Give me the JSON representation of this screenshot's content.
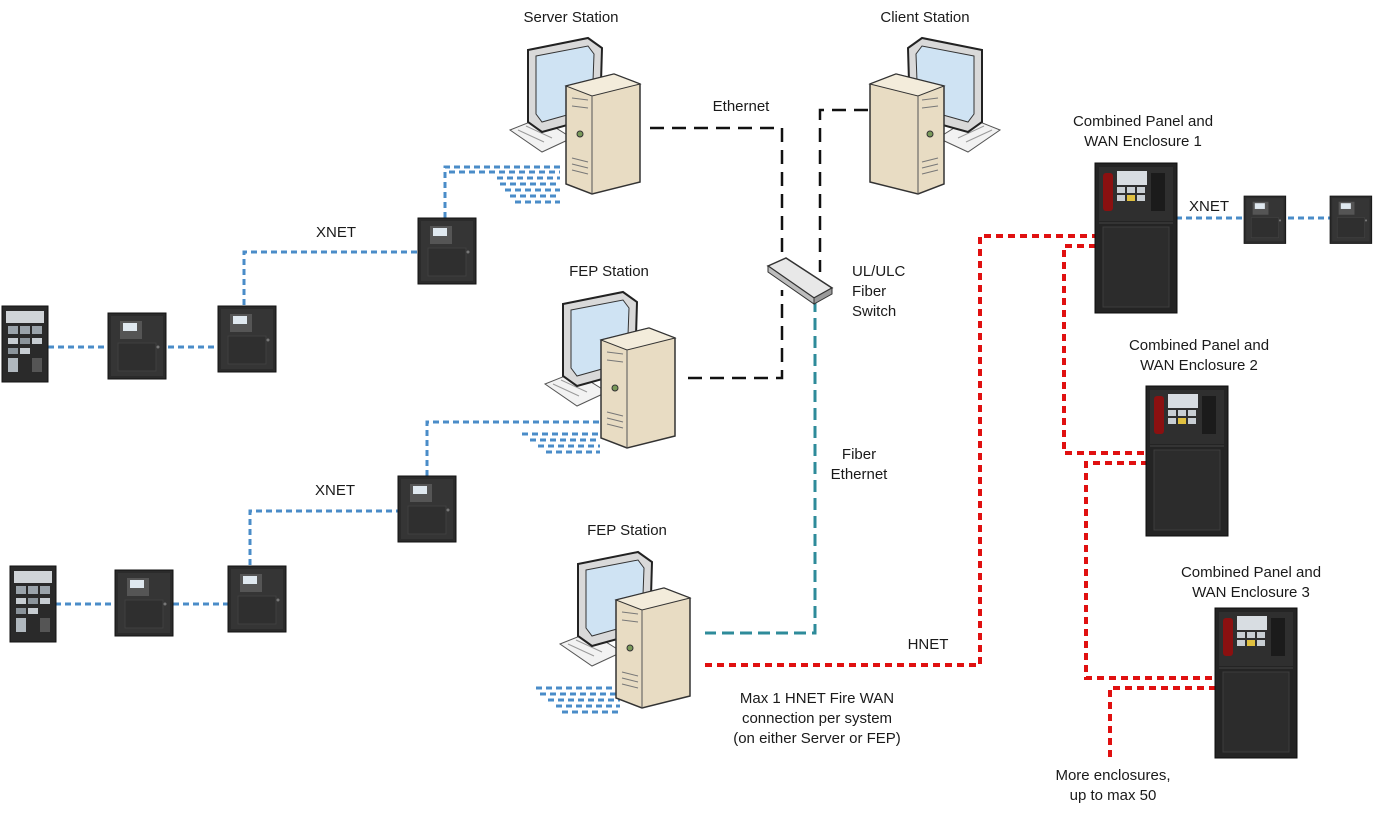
{
  "labels": {
    "server_station": "Server Station",
    "client_station": "Client Station",
    "ethernet": "Ethernet",
    "combined_1_line1": "Combined Panel and",
    "combined_1_line2": "WAN Enclosure 1",
    "xnet_right": "XNET",
    "xnet_top": "XNET",
    "fep_station_1": "FEP Station",
    "switch_line1": "UL/ULC",
    "switch_line2": "Fiber",
    "switch_line3": "Switch",
    "combined_2_line1": "Combined Panel and",
    "combined_2_line2": "WAN Enclosure 2",
    "fiber_line1": "Fiber",
    "fiber_line2": "Ethernet",
    "xnet_bottom": "XNET",
    "fep_station_2": "FEP Station",
    "combined_3_line1": "Combined Panel and",
    "combined_3_line2": "WAN Enclosure 3",
    "hnet": "HNET",
    "max_line1": "Max 1 HNET Fire WAN",
    "max_line2": "connection per system",
    "max_line3": "(on either Server or FEP)",
    "more_line1": "More enclosures,",
    "more_line2": "up to max 50"
  },
  "colors": {
    "xnet": "#4a8cc8",
    "ethernet": "#111111",
    "fiber": "#2e8b9a",
    "hnet": "#e01010",
    "panel": "#2a2a2a",
    "pc_case": "#e6d9bf",
    "monitor": "#d8d8d8"
  }
}
